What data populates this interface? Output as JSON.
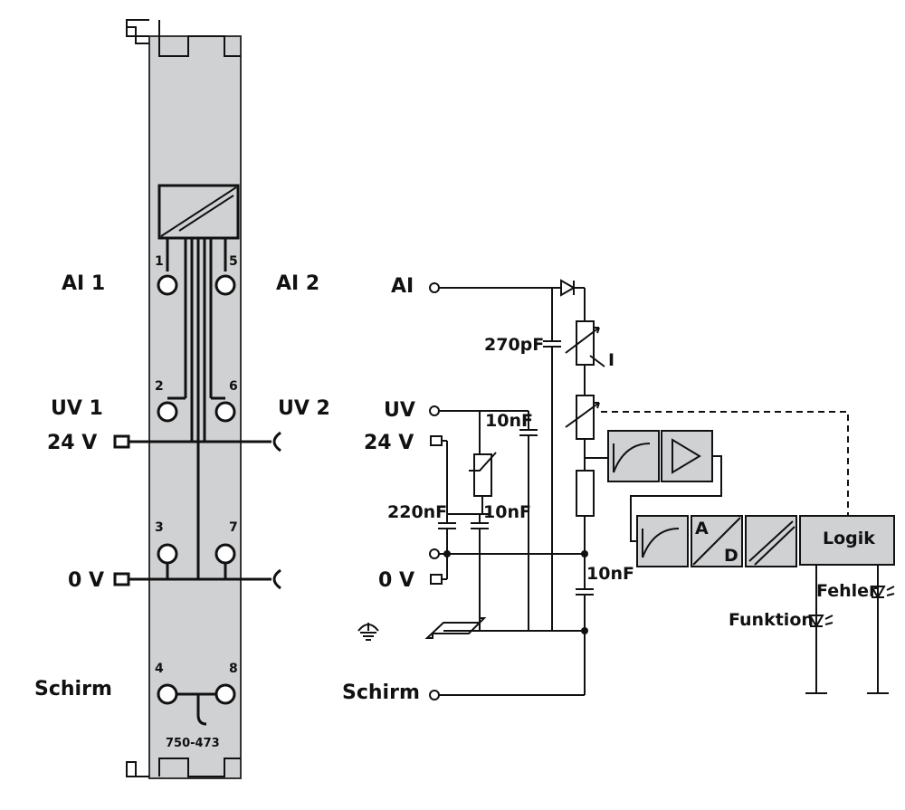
{
  "module": {
    "part_number": "750-473",
    "left_labels": {
      "ai1": "AI 1",
      "uv1": "UV 1",
      "v24": "24 V",
      "v0": "0 V",
      "schirm": "Schirm"
    },
    "right_labels": {
      "ai2": "AI 2",
      "uv2": "UV 2"
    },
    "terminals": [
      "1",
      "2",
      "3",
      "4",
      "5",
      "6",
      "7",
      "8"
    ]
  },
  "schematic": {
    "inputs": {
      "ai": "AI",
      "uv": "UV",
      "v24": "24 V",
      "v0": "0 V",
      "schirm": "Schirm"
    },
    "components": {
      "c_270pf": "270pF",
      "c_10nf_top": "10nF",
      "c_220nf": "220nF",
      "c_10nf_mid": "10nF",
      "c_10nf_bottom": "10nF",
      "current_label": "I",
      "adc_a": "A",
      "adc_d": "D",
      "logic": "Logik",
      "error_led": "Fehler",
      "function_led": "Funktion"
    }
  },
  "colors": {
    "module_fill": "#cfd1d3",
    "line": "#111111",
    "background": "#ffffff"
  }
}
